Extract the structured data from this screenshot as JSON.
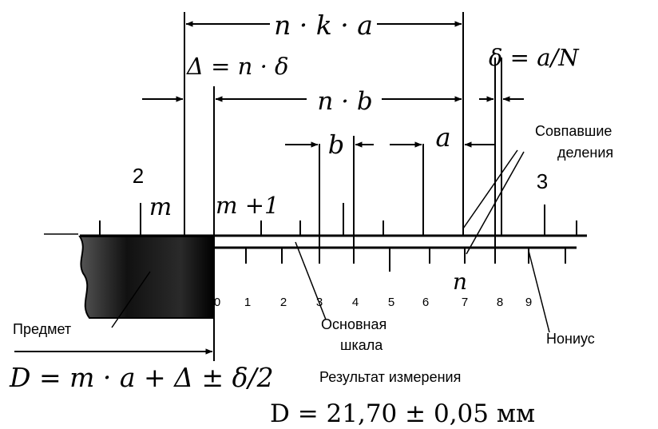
{
  "labels": {
    "nka": "n · k · a",
    "delta_eq": "Δ = n · δ",
    "delta_def": "δ = a/N",
    "nb": "n · b",
    "b": "b",
    "a": "a",
    "coinc_line1": "Совпавшие",
    "coinc_line2": "деления",
    "num2": "2",
    "num3": "3",
    "m": "m",
    "m1": "m +1",
    "n": "n",
    "subject": "Предмет",
    "mainscale_line1": "Основная",
    "mainscale_line2": "шкала",
    "nonius": "Нониус",
    "formula": "D = m · a + Δ ± δ/2",
    "result_title": "Результат измерения",
    "result_value": "D = 21,70 ± 0,05 мм"
  },
  "vernier_digits": [
    "0",
    "1",
    "2",
    "3",
    "4",
    "5",
    "6",
    "7",
    "8",
    "9"
  ]
}
